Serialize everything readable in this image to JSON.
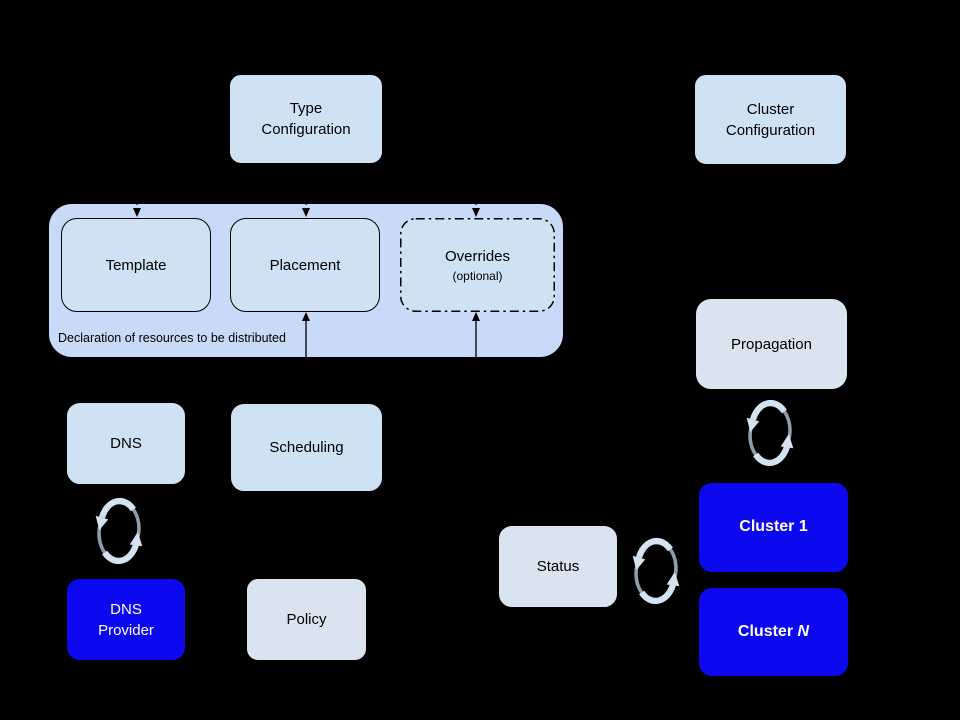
{
  "colors": {
    "canvas-bg": "#000000",
    "light-fill": "#cfe2f3",
    "lighter-fill": "#d9e4f0",
    "container-fill": "#c9daf8",
    "blue-fill": "#0c09ee",
    "stroke": "#000000",
    "dark-text": "#000000",
    "light-text": "#ffffff",
    "sync-light": "#d5e3f0",
    "sync-shadow": "#8d9dab"
  },
  "icons": {
    "sync": "cycle-refresh-arrows"
  },
  "nodes": {
    "type_config": {
      "label": "Type\nConfiguration"
    },
    "cluster_config": {
      "label": "Cluster\nConfiguration"
    },
    "template": {
      "label": "Template"
    },
    "placement": {
      "label": "Placement"
    },
    "overrides": {
      "label": "Overrides",
      "sublabel": "(optional)"
    },
    "dns": {
      "label": "DNS"
    },
    "scheduling": {
      "label": "Scheduling"
    },
    "dns_provider": {
      "label": "DNS\nProvider"
    },
    "policy": {
      "label": "Policy"
    },
    "propagation": {
      "label": "Propagation"
    },
    "status": {
      "label": "Status"
    },
    "cluster_1": {
      "label": "Cluster 1"
    },
    "cluster_n": {
      "label": "Cluster ",
      "suffix": "N"
    }
  },
  "container": {
    "caption": "Declaration of resources to be distributed"
  }
}
